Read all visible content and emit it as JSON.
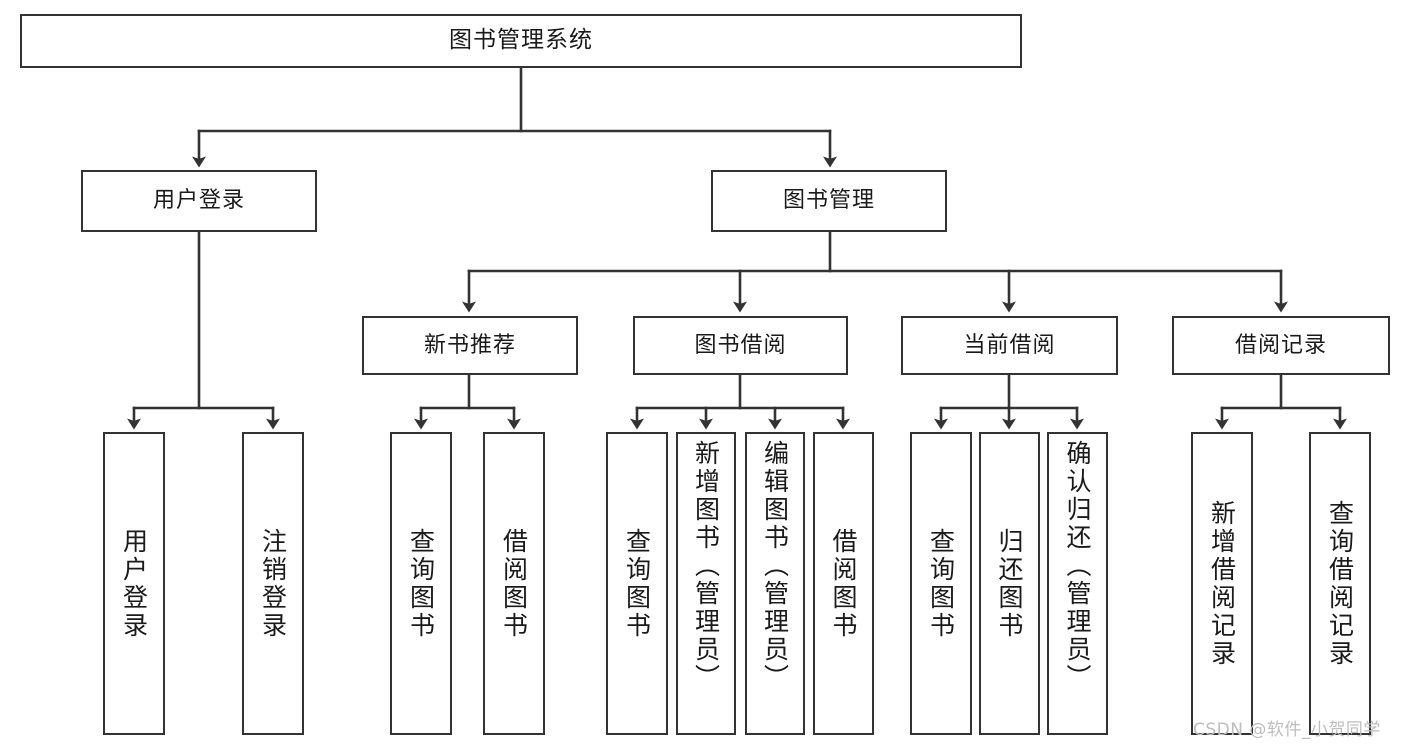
{
  "diagram": {
    "title": "图书管理系统",
    "type": "tree",
    "stroke_color": "#333333",
    "fill_color": "#ffffff",
    "text_color": "#1a1a1a",
    "levels": [
      {
        "level": 1,
        "nodes": [
          {
            "id": "root",
            "label": "图书管理系统",
            "orientation": "horizontal"
          }
        ]
      },
      {
        "level": 2,
        "nodes": [
          {
            "id": "login",
            "label": "用户登录",
            "orientation": "horizontal"
          },
          {
            "id": "bookmgmt",
            "label": "图书管理",
            "orientation": "horizontal"
          }
        ]
      },
      {
        "level": 3,
        "nodes": [
          {
            "id": "newbooks",
            "label": "新书推荐",
            "orientation": "horizontal"
          },
          {
            "id": "borrow",
            "label": "图书借阅",
            "orientation": "horizontal"
          },
          {
            "id": "current",
            "label": "当前借阅",
            "orientation": "horizontal"
          },
          {
            "id": "records",
            "label": "借阅记录",
            "orientation": "horizontal"
          }
        ]
      },
      {
        "level": 4,
        "nodes": [
          {
            "id": "leaf-login-1",
            "parent": "login",
            "label": "用户登录",
            "orientation": "vertical"
          },
          {
            "id": "leaf-login-2",
            "parent": "login",
            "label": "注销登录",
            "orientation": "vertical"
          },
          {
            "id": "leaf-new-1",
            "parent": "newbooks",
            "label": "查询图书",
            "orientation": "vertical"
          },
          {
            "id": "leaf-new-2",
            "parent": "newbooks",
            "label": "借阅图书",
            "orientation": "vertical"
          },
          {
            "id": "leaf-borrow-1",
            "parent": "borrow",
            "label": "查询图书",
            "orientation": "vertical"
          },
          {
            "id": "leaf-borrow-2",
            "parent": "borrow",
            "label": "新增图书（管理员）",
            "orientation": "vertical"
          },
          {
            "id": "leaf-borrow-3",
            "parent": "borrow",
            "label": "编辑图书（管理员）",
            "orientation": "vertical"
          },
          {
            "id": "leaf-borrow-4",
            "parent": "borrow",
            "label": "借阅图书",
            "orientation": "vertical"
          },
          {
            "id": "leaf-cur-1",
            "parent": "current",
            "label": "查询图书",
            "orientation": "vertical"
          },
          {
            "id": "leaf-cur-2",
            "parent": "current",
            "label": "归还图书",
            "orientation": "vertical"
          },
          {
            "id": "leaf-cur-3",
            "parent": "current",
            "label": "确认归还（管理员）",
            "orientation": "vertical"
          },
          {
            "id": "leaf-rec-1",
            "parent": "records",
            "label": "新增借阅记录",
            "orientation": "vertical"
          },
          {
            "id": "leaf-rec-2",
            "parent": "records",
            "label": "查询借阅记录",
            "orientation": "vertical"
          }
        ]
      }
    ]
  },
  "watermark": {
    "text": "CSDN @软件_小贺同学",
    "color": "#bdbdbd"
  }
}
